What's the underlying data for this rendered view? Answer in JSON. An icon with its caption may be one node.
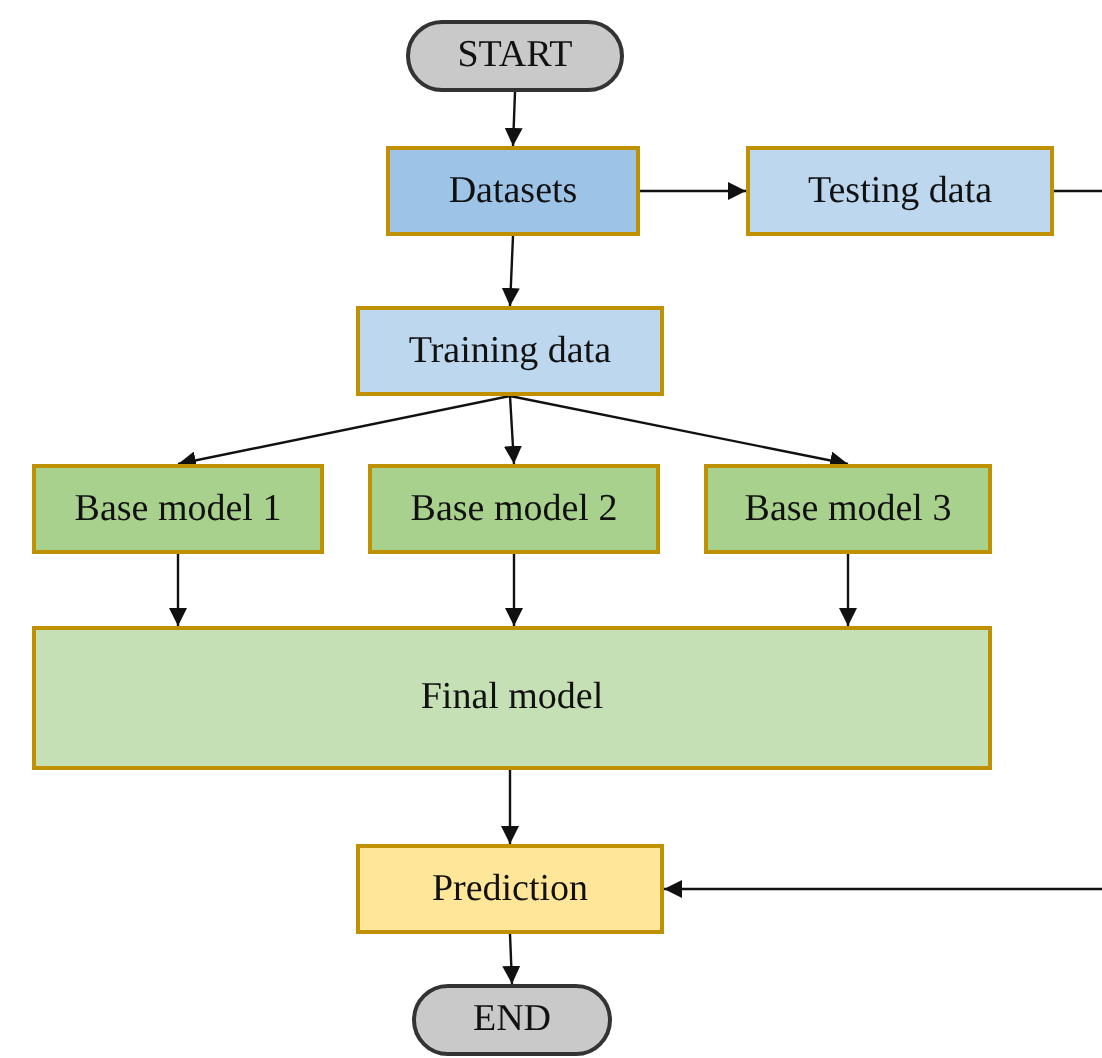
{
  "diagram": {
    "nodes": [
      {
        "text": [
          "START"
        ]
      },
      {
        "text": [
          "Datasets"
        ]
      },
      {
        "text": [
          "Testing data"
        ]
      },
      {
        "text": [
          "Training data"
        ]
      },
      {
        "text": [
          "Base model 1"
        ]
      },
      {
        "text": [
          "Base model 2"
        ]
      },
      {
        "text": [
          "Base model 3"
        ]
      },
      {
        "text": [
          "Final model"
        ]
      },
      {
        "text": [
          "Prediction"
        ]
      },
      {
        "text": [
          "END"
        ]
      }
    ],
    "edges": [
      {
        "from": 0,
        "to": 1,
        "arrow": "to"
      },
      {
        "from": 1,
        "to": 2,
        "arrow": "to"
      },
      {
        "from": 1,
        "to": 3,
        "arrow": "to"
      },
      {
        "from": 3,
        "to": 4,
        "arrow": "to"
      },
      {
        "from": 3,
        "to": 5,
        "arrow": "to"
      },
      {
        "from": 3,
        "to": 6,
        "arrow": "to"
      },
      {
        "from": 4,
        "to": 7,
        "arrow": "to"
      },
      {
        "from": 5,
        "to": 7,
        "arrow": "to"
      },
      {
        "from": 6,
        "to": 7,
        "arrow": "to"
      },
      {
        "from": 7,
        "to": 8,
        "arrow": "to"
      },
      {
        "from": 2,
        "to": 8,
        "arrow": "to"
      },
      {
        "from": 8,
        "to": 9,
        "arrow": "to"
      }
    ]
  }
}
